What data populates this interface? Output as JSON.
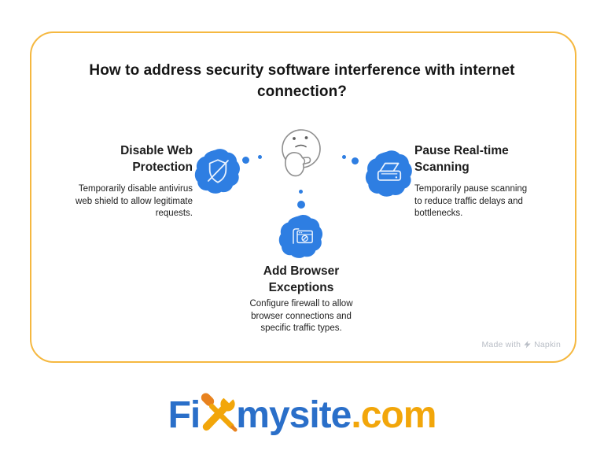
{
  "title_lines": [
    "How to address security software interference with internet",
    "connection?"
  ],
  "center": {
    "icon": "thinking-face-icon"
  },
  "sections": {
    "left": {
      "heading_lines": [
        "Disable Web",
        "Protection"
      ],
      "desc_lines": [
        "Temporarily disable antivirus",
        "web shield to allow legitimate",
        "requests."
      ],
      "icon": "shield-disabled-icon"
    },
    "right": {
      "heading_lines": [
        "Pause Real-time",
        "Scanning"
      ],
      "desc_lines": [
        "Temporarily pause scanning",
        "to reduce traffic delays and",
        "bottlenecks."
      ],
      "icon": "scanner-icon"
    },
    "bottom": {
      "heading_lines": [
        "Add Browser",
        "Exceptions"
      ],
      "desc_lines": [
        "Configure firewall to allow",
        "browser connections and",
        "specific traffic types."
      ],
      "icon": "browser-blocked-icon"
    }
  },
  "watermark": {
    "made_with": "Made with",
    "brand": "Napkin",
    "icon": "napkin-bolt-icon"
  },
  "logo": {
    "prefix": "Fi",
    "x_icon": "crossed-tools-icon",
    "middle": "mysite",
    "suffix": ".com"
  },
  "colors": {
    "blob_blue": "#2E7EE2",
    "card_border_gold": "#F5B840",
    "logo_blue": "#2A6FC9",
    "logo_gold": "#F2A60A",
    "screwdriver_orange": "#E8821E",
    "text_dark": "#1D1D1D",
    "watermark_grey": "#B9BEC6",
    "face_stroke_grey": "#8F8F8F"
  }
}
